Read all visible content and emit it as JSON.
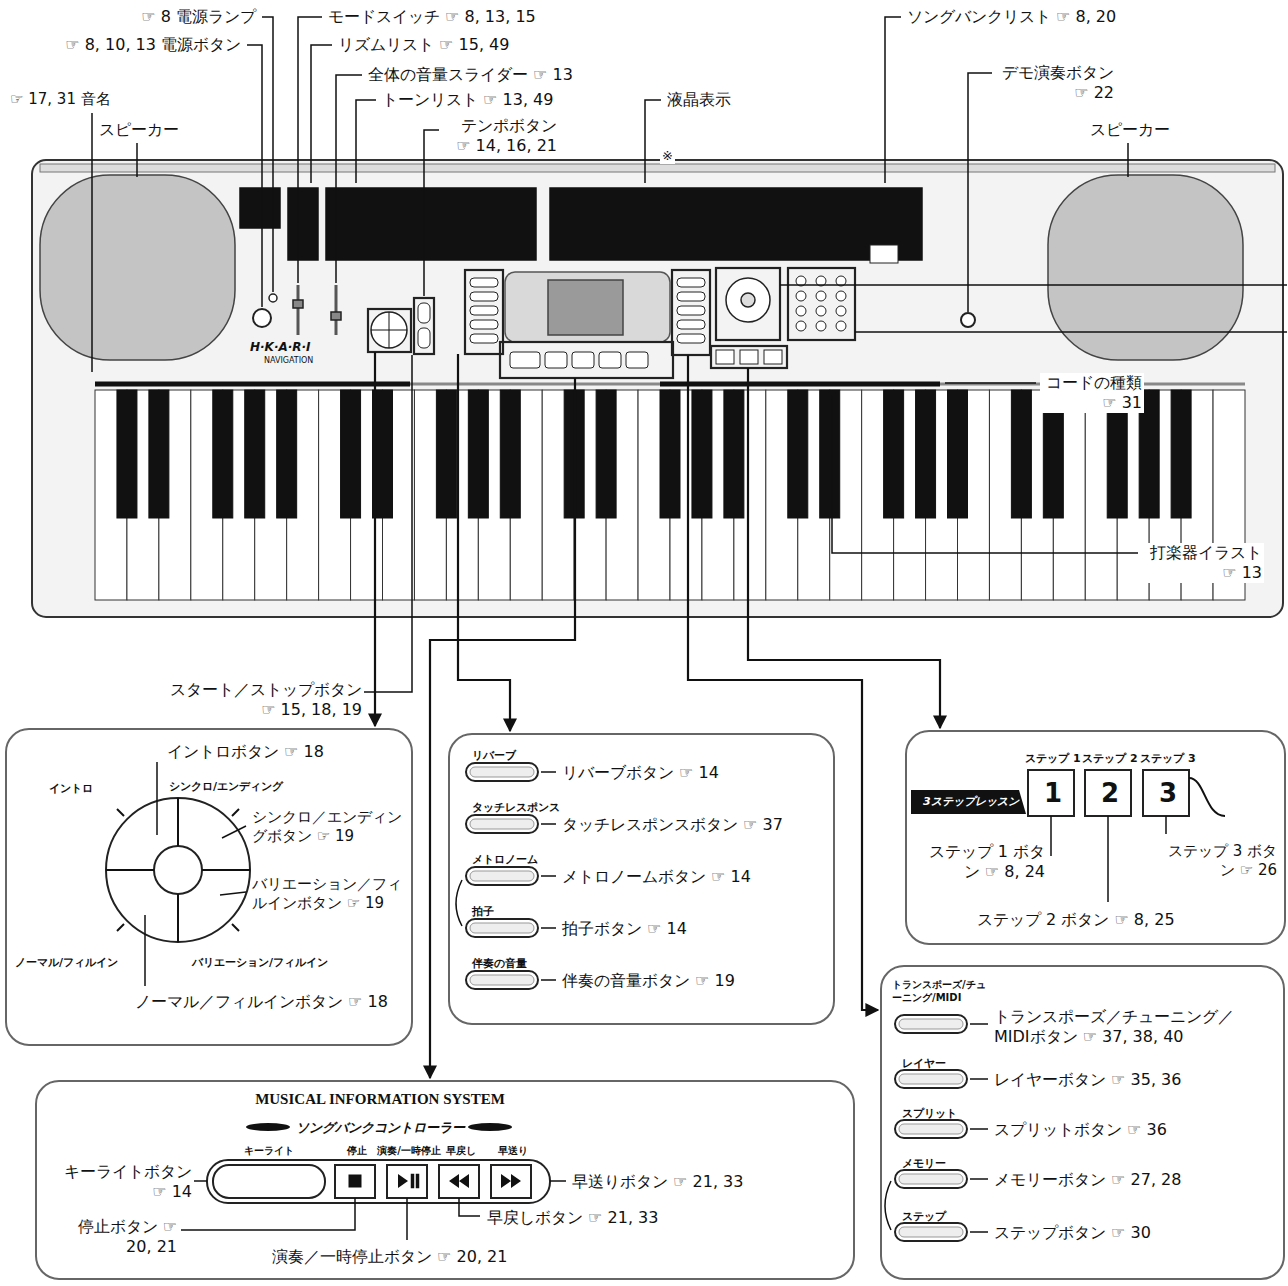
{
  "diagram": {
    "nodes": [
      {
        "text": [
          "イントロ",
          "シンクロ/エンディング",
          "ノーマル/フィルイン",
          "バリエーション/フィルイン",
          "イントロボタン ☞ 18",
          "シンクロ／エンディングボタン ☞ 19",
          "バリエーション／フィルインボタン ☞ 19",
          "ノーマル／フィルインボタン ☞ 18"
        ]
      },
      {
        "text": [
          "リバーブ",
          "タッチレスポンス",
          "メトロノーム",
          "拍子",
          "伴奏の音量",
          "リバーブボタン ☞ 14",
          "タッチレスポンスボタン ☞ 37",
          "メトロノームボタン ☞ 14",
          "拍子ボタン ☞ 14",
          "伴奏の音量ボタン ☞ 19"
        ]
      },
      {
        "text": [
          "ステップ 1",
          "ステップ 2",
          "ステップ 3",
          "3ステップレッスン",
          "1",
          "2",
          "3",
          "ステップ 1 ボタン ☞ 8, 24",
          "ステップ 2 ボタン ☞ 8, 25",
          "ステップ 3 ボタン ☞ 26"
        ]
      },
      {
        "text": [
          "MUSICAL INFORMATION SYSTEM",
          "ソングバンクコントローラー",
          "キーライト",
          "停止",
          "演奏/一時停止",
          "早戻し",
          "早送り",
          "キーライトボタン ☞ 14",
          "停止ボタン ☞ 20, 21",
          "演奏／一時停止ボタン ☞ 20, 21",
          "早戻しボタン ☞ 21, 33",
          "早送りボタン ☞ 21, 33"
        ]
      },
      {
        "text": [
          "トランスポーズ/チューニング/MIDI",
          "レイヤー",
          "スプリット",
          "メモリー",
          "ステップ",
          "トランスポーズ／チューニング／MIDIボタン ☞ 37, 38, 40",
          "レイヤーボタン ☞ 35, 36",
          "スプリットボタン ☞ 36",
          "メモリーボタン ☞ 27, 28",
          "ステップボタン ☞ 30"
        ]
      }
    ],
    "labels": [
      "☞ 8 電源ランプ",
      "モードスイッチ ☞ 8, 13, 15",
      "ソングバンクリスト ☞ 8, 20",
      "☞ 8, 10, 13 電源ボタン",
      "リズムリスト ☞ 15, 49",
      "全体の音量スライダー ☞ 13",
      "デモ演奏ボタン ☞ 22",
      "☞ 17, 31 音名",
      "トーンリスト ☞ 13, 49",
      "液晶表示",
      "テンポボタン ☞ 14, 16, 21",
      "スピーカー",
      "スピーカー",
      "※",
      "H·K·A·R·I",
      "NAVIGATION",
      "コードの種類 ☞ 31",
      "打楽器イラスト ☞ 13",
      "スタート／ストップボタン ☞ 15, 18, 19"
    ]
  }
}
